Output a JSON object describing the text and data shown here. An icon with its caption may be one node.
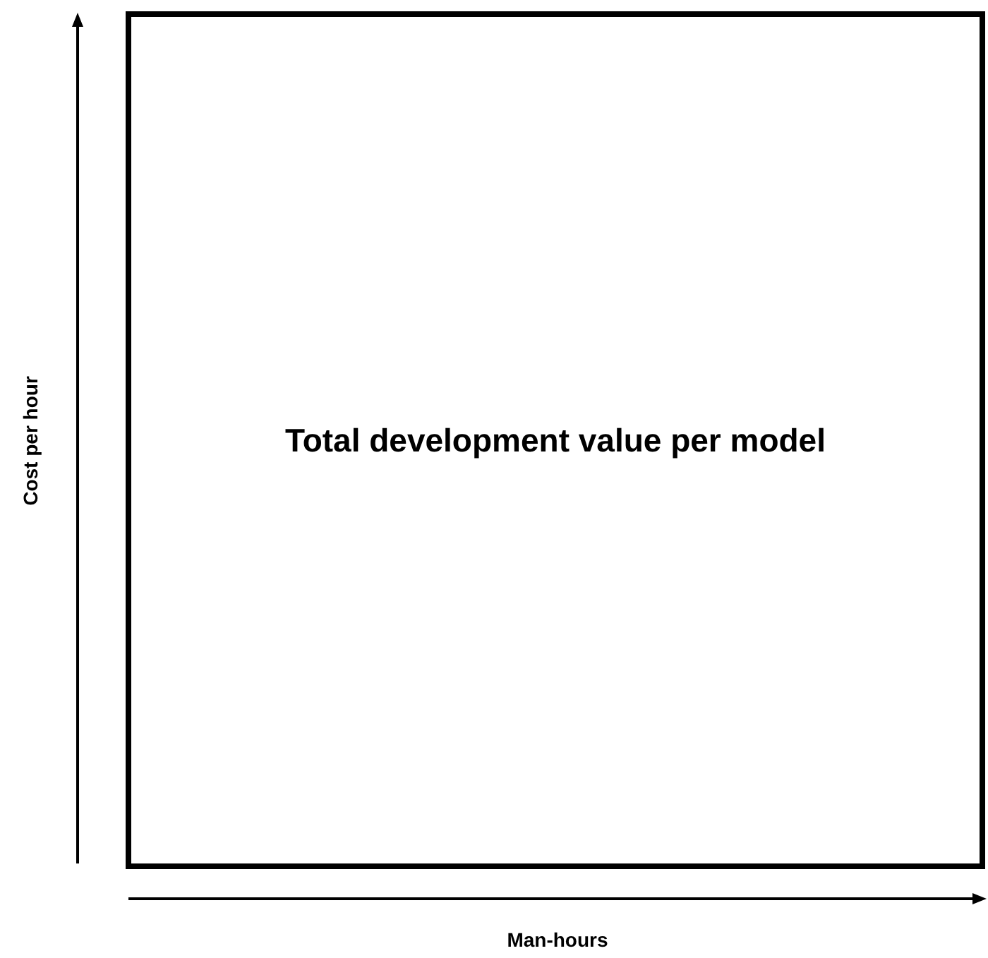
{
  "diagram": {
    "nodes": [
      {
        "text": [
          "Total development value per model"
        ]
      }
    ],
    "labels": [
      "Cost per hour",
      "Man-hours"
    ]
  }
}
